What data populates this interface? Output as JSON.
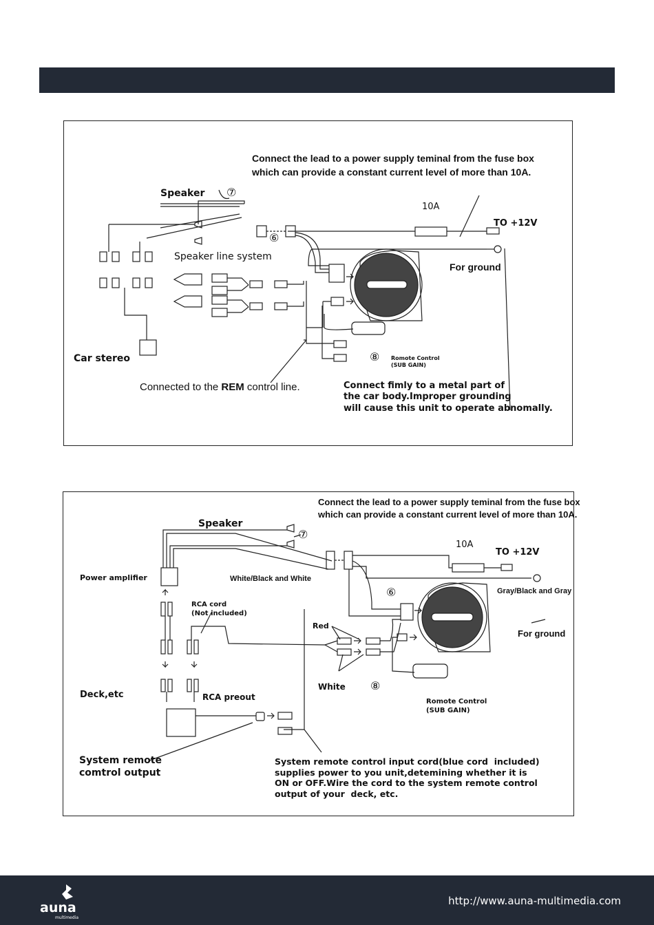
{
  "diagram1": {
    "fuse_note_line1": "Connect the lead to a power supply teminal from the fuse box",
    "fuse_note_line2": "which can provide a constant current level of more than 10A.",
    "speaker_label": "Speaker",
    "num7": "⑦",
    "fuse_label": "10A",
    "to12v_label": "TO +12V",
    "num6": "⑥",
    "speaker_line_label": "Speaker line system",
    "ground_label": "For ground",
    "car_stereo_label": "Car stereo",
    "num8": "⑧",
    "remote_label_line1": "Romote Control",
    "remote_label_line2": "(SUB GAIN)",
    "rem_prefix": "Connected to the ",
    "rem_bold": "REM",
    "rem_suffix": " control line.",
    "ground_note": "Connect fimly to a metal part of\nthe car body.Improper grounding\nwill cause this unit to operate abnomally."
  },
  "diagram2": {
    "fuse_note_line1": "Connect the lead to a power supply teminal from the fuse box",
    "fuse_note_line2": "which can provide a constant current level of more than 10A.",
    "speaker_label": "Speaker",
    "num7": "⑦",
    "fuse_label": "10A",
    "to12v_label": "TO +12V",
    "power_amp_label": "Power amplifier",
    "white_black_label": "White/Black and White",
    "gray_black_label": "Gray/Black and Gray",
    "rca_cord_label": "RCA cord\n(Not included)",
    "num6": "⑥",
    "red_label": "Red",
    "ground_label": "For ground",
    "white_label": "White",
    "num8": "⑧",
    "deck_label": "Deck,etc",
    "rca_preout_label": "RCA preout",
    "remote_label_line1": "Romote Control",
    "remote_label_line2": "(SUB GAIN)",
    "system_remote_label": "System remote\ncomtrol output",
    "remote_cord_note": "System remote control input cord(blue cord  included)\nsupplies power to you unit,detemining whether it is\nON or OFF.Wire the cord to the system remote control\noutput of your  deck, etc."
  },
  "footer": {
    "brand": "auna",
    "brand_sub": "multimedia",
    "url": "http://www.auna-multimedia.com"
  },
  "colors": {
    "bar": "#232a36",
    "line": "#222222"
  },
  "icons": [
    "speaker-icon",
    "subwoofer-icon",
    "fuse-icon",
    "ring-terminal-icon",
    "rca-plug-icon",
    "remote-control-icon",
    "arrow-icon"
  ]
}
